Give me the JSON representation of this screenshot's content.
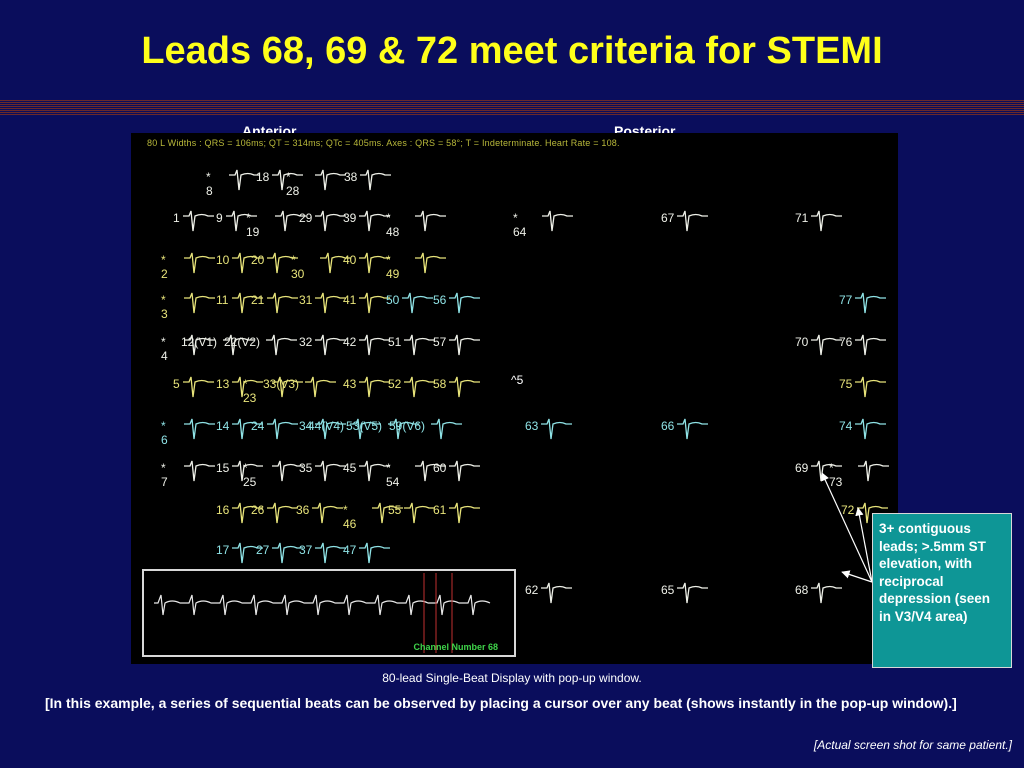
{
  "slide": {
    "title": "Leads 68, 69 & 72 meet criteria for STEMI",
    "anterior_label": "Anterior",
    "posterior_label": "Posterior",
    "caption": "80-lead Single-Beat Display with pop-up window.",
    "note": "[In this example, a series of sequential beats can be observed by placing a cursor over any beat (shows instantly in the pop-up window).]",
    "footer": "[Actual screen shot for same patient.]",
    "callout": "3+ contiguous leads; >.5mm ST elevation, with reciprocal depression (seen in V3/V4 area)"
  },
  "screen": {
    "info_line": "80 L Widths : QRS = 106ms; QT = 314ms; QTc = 405ms. Axes : QRS = 58°; T = Indeterminate. Heart Rate = 108.",
    "popup_label": "Channel Number 68",
    "marker_text": "^5"
  },
  "leads": [
    {
      "label": "* 8",
      "color": "green"
    },
    {
      "label": "18",
      "color": "green"
    },
    {
      "label": "* 28",
      "color": "green"
    },
    {
      "label": "38",
      "color": "green"
    },
    {
      "label": "1",
      "color": "green"
    },
    {
      "label": "9",
      "color": "green"
    },
    {
      "label": "* 19",
      "color": "green"
    },
    {
      "label": "29",
      "color": "green"
    },
    {
      "label": "39",
      "color": "green"
    },
    {
      "label": "* 48",
      "color": "green"
    },
    {
      "label": "* 2",
      "color": "yellow"
    },
    {
      "label": "10",
      "color": "yellow"
    },
    {
      "label": "20",
      "color": "yellow"
    },
    {
      "label": "* 30",
      "color": "yellow"
    },
    {
      "label": "40",
      "color": "yellow"
    },
    {
      "label": "* 49",
      "color": "yellow"
    },
    {
      "label": "* 3",
      "color": "yellow"
    },
    {
      "label": "11",
      "color": "yellow"
    },
    {
      "label": "21",
      "color": "yellow"
    },
    {
      "label": "31",
      "color": "yellow"
    },
    {
      "label": "41",
      "color": "yellow"
    },
    {
      "label": "50",
      "color": "cyan"
    },
    {
      "label": "56",
      "color": "cyan"
    },
    {
      "label": "* 4",
      "color": "green"
    },
    {
      "label": "12(V1)",
      "color": "green"
    },
    {
      "label": "22(V2)",
      "color": "green"
    },
    {
      "label": "32",
      "color": "green"
    },
    {
      "label": "42",
      "color": "green"
    },
    {
      "label": "51",
      "color": "green"
    },
    {
      "label": "57",
      "color": "green"
    },
    {
      "label": "5",
      "color": "yellow"
    },
    {
      "label": "13",
      "color": "yellow"
    },
    {
      "label": "* 23",
      "color": "yellow"
    },
    {
      "label": "33(V3)",
      "color": "yellow"
    },
    {
      "label": "43",
      "color": "yellow"
    },
    {
      "label": "52",
      "color": "yellow"
    },
    {
      "label": "58",
      "color": "yellow"
    },
    {
      "label": "* 6",
      "color": "cyan"
    },
    {
      "label": "14",
      "color": "cyan"
    },
    {
      "label": "24",
      "color": "cyan"
    },
    {
      "label": "34",
      "color": "cyan"
    },
    {
      "label": "44(V4)",
      "color": "cyan"
    },
    {
      "label": "53(V5)",
      "color": "cyan"
    },
    {
      "label": "59(V6)",
      "color": "cyan"
    },
    {
      "label": "* 7",
      "color": "green"
    },
    {
      "label": "15",
      "color": "green"
    },
    {
      "label": "* 25",
      "color": "green"
    },
    {
      "label": "35",
      "color": "green"
    },
    {
      "label": "45",
      "color": "green"
    },
    {
      "label": "* 54",
      "color": "green"
    },
    {
      "label": "60",
      "color": "green"
    },
    {
      "label": "16",
      "color": "yellow"
    },
    {
      "label": "26",
      "color": "yellow"
    },
    {
      "label": "36",
      "color": "yellow"
    },
    {
      "label": "* 46",
      "color": "yellow"
    },
    {
      "label": "55",
      "color": "yellow"
    },
    {
      "label": "61",
      "color": "yellow"
    },
    {
      "label": "17",
      "color": "cyan"
    },
    {
      "label": "27",
      "color": "cyan"
    },
    {
      "label": "37",
      "color": "cyan"
    },
    {
      "label": "47",
      "color": "cyan"
    },
    {
      "label": "* 64",
      "color": "green"
    },
    {
      "label": "67",
      "color": "green"
    },
    {
      "label": "71",
      "color": "green"
    },
    {
      "label": "77",
      "color": "cyan"
    },
    {
      "label": "70",
      "color": "green"
    },
    {
      "label": "76",
      "color": "green"
    },
    {
      "label": "75",
      "color": "yellow"
    },
    {
      "label": "63",
      "color": "cyan"
    },
    {
      "label": "66",
      "color": "cyan"
    },
    {
      "label": "74",
      "color": "cyan"
    },
    {
      "label": "69",
      "color": "green"
    },
    {
      "label": "* 73",
      "color": "green"
    },
    {
      "label": "72",
      "color": "yellow"
    },
    {
      "label": "62",
      "color": "green"
    },
    {
      "label": "65",
      "color": "green"
    },
    {
      "label": "68",
      "color": "green"
    }
  ]
}
